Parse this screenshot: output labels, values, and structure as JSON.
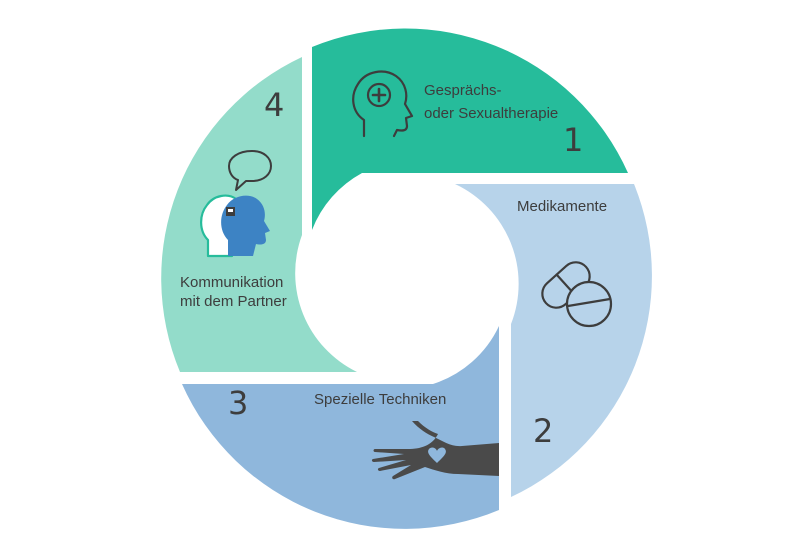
{
  "colors": {
    "segment_1": "#26bc9b",
    "segment_2": "#b7d3ea",
    "segment_3": "#8fb7dc",
    "segment_4": "#93dcca",
    "icon_stroke": "#3d3d3d",
    "head_blue": "#3d83c4",
    "hand": "#4a4a4a"
  },
  "segments": [
    {
      "number": "1",
      "label_line1": "Gesprächs-",
      "label_line2": "oder Sexualtherapie",
      "icon": "head-medical-cross-icon"
    },
    {
      "number": "2",
      "label_line1": "Medikamente",
      "icon": "pills-icon"
    },
    {
      "number": "3",
      "label_line1": "Spezielle Techniken",
      "icon": "hand-heart-icon"
    },
    {
      "number": "4",
      "label_line1": "Kommunikation",
      "label_line2": "mit dem Partner",
      "icon": "heads-speech-bubble-icon"
    }
  ]
}
